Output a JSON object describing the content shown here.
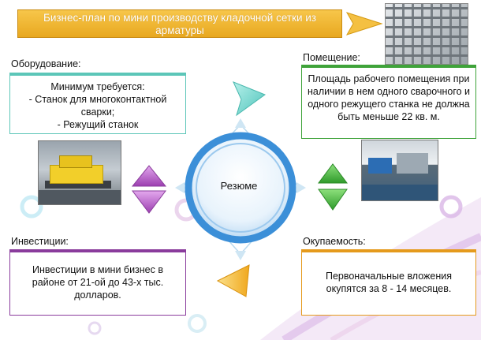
{
  "title": "Бизнес-план по мини производству кладочной сетки из арматуры",
  "center": {
    "label": "Резюме"
  },
  "equipment": {
    "label": "Оборудование:",
    "lines": [
      "Минимум требуется:",
      "- Станок для многоконтактной сварки;",
      "- Режущий станок"
    ]
  },
  "room": {
    "label": "Помещение:",
    "text": "Площадь рабочего помещения при наличии в нем одного сварочного и одного режущего станка не должна быть меньше 22 кв. м."
  },
  "investment": {
    "label": "Инвестиции:",
    "text": "Инвестиции в мини бизнес в районе от 21-ой до 43-х тыс. долларов."
  },
  "payback": {
    "label": "Окупаемость:",
    "text": "Первоначальные вложения окупятся за 8 - 14 месяцев."
  },
  "colors": {
    "title_bg": "#f0b429",
    "equipment_accent": "#5cc6b8",
    "room_accent": "#3fa33a",
    "investment_accent": "#8a3c9c",
    "payback_accent": "#e59a1c",
    "center_ring": "#3b8fd8"
  },
  "images": {
    "mesh": "welded-mesh-photo",
    "machine": "welding-machine-photo",
    "room": "workshop-photo"
  }
}
